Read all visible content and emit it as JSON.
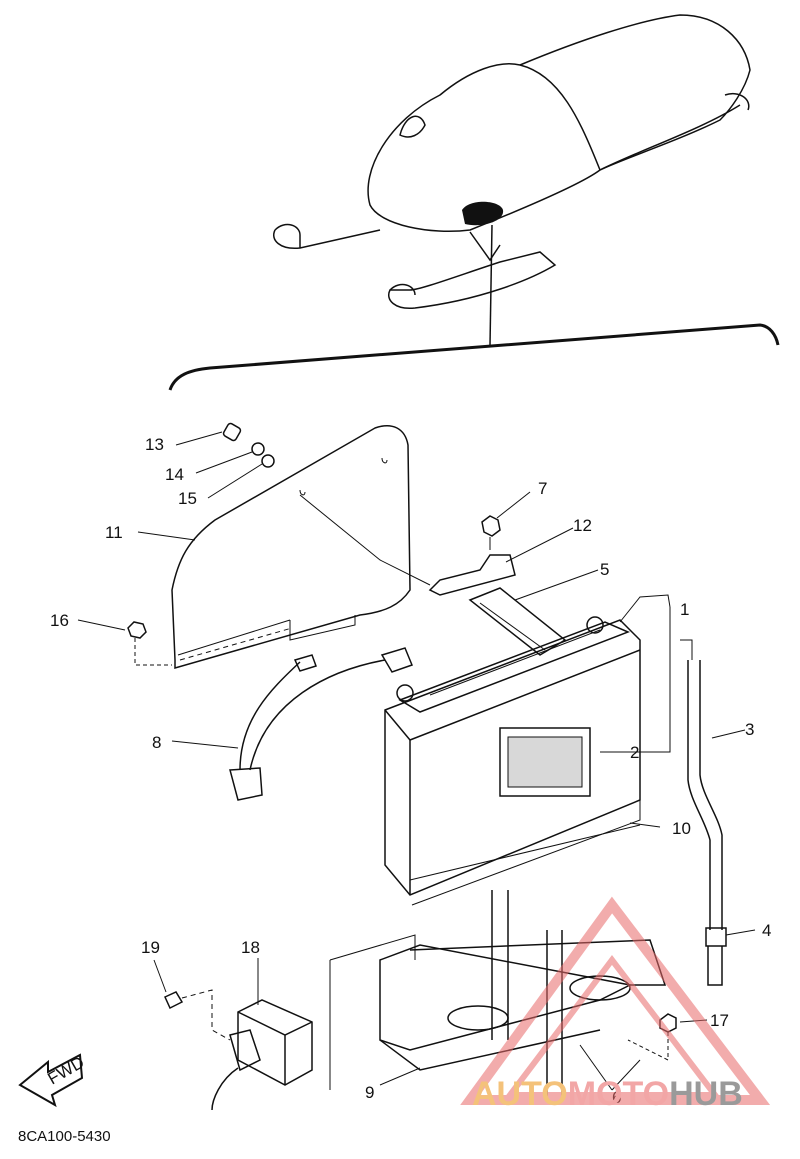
{
  "diagram": {
    "part_code": "8CA100-5430",
    "fwd_label": "FWD",
    "watermark": {
      "part1": "AUTO",
      "part2": "MOTO",
      "part3": "HUB",
      "colors": [
        "#f4c27a",
        "#f2a6a6",
        "#9a9a9a"
      ]
    },
    "callouts": [
      "1",
      "2",
      "3",
      "4",
      "5",
      "6",
      "7",
      "8",
      "9",
      "10",
      "11",
      "12",
      "13",
      "14",
      "15",
      "16",
      "17",
      "18",
      "19"
    ]
  }
}
